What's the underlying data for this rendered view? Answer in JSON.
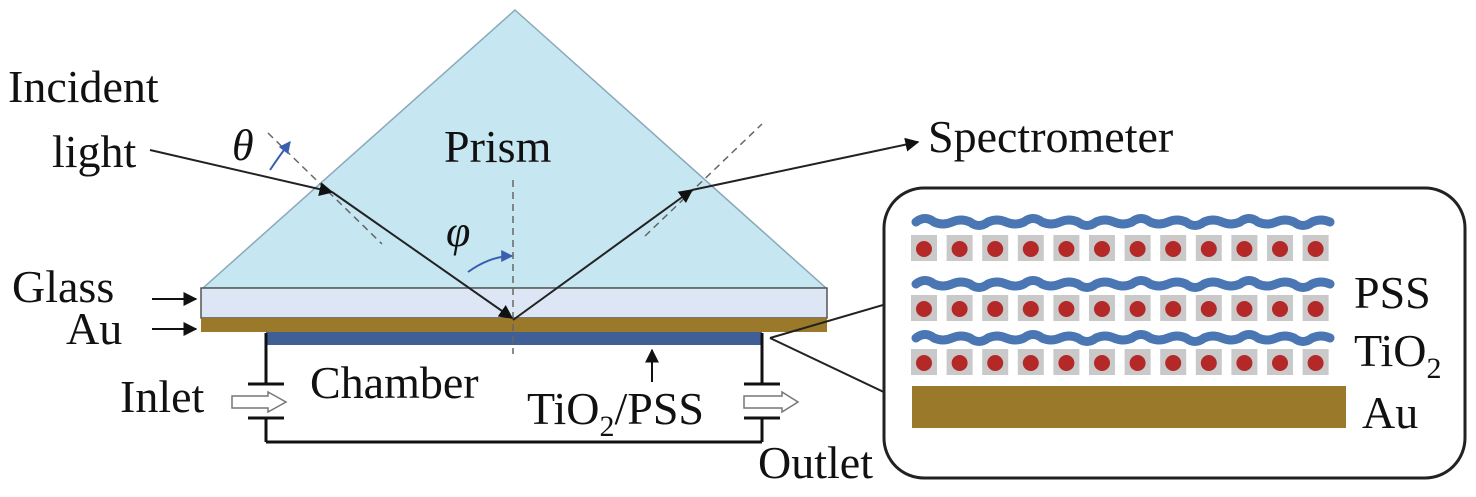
{
  "labels": {
    "incident_line1": "Incident",
    "incident_line2": "light",
    "theta": "θ",
    "prism": "Prism",
    "phi": "φ",
    "spectrometer": "Spectrometer",
    "glass": "Glass",
    "au_left": "Au",
    "inlet": "Inlet",
    "chamber": "Chamber",
    "film_tio": "TiO",
    "film_sub": "2",
    "film_pss": "/PSS",
    "outlet": "Outlet",
    "inset_pss": "PSS",
    "inset_tio": "TiO",
    "inset_tio_sub": "2",
    "inset_au": "Au"
  },
  "colors": {
    "prism_fill": "#c6e6f1",
    "glass_fill": "#dde6f4",
    "gold": "#9a7a2a",
    "film_blue": "#3f5f96",
    "pss_chain": "#4a77b4",
    "tio2_particle": "#b52828",
    "tio2_cell": "#c9c9c9",
    "angle_arc": "#3a5fb0"
  },
  "inset": {
    "pss_layers": 3,
    "tio2_layers": 3,
    "particles_per_row": 12
  }
}
